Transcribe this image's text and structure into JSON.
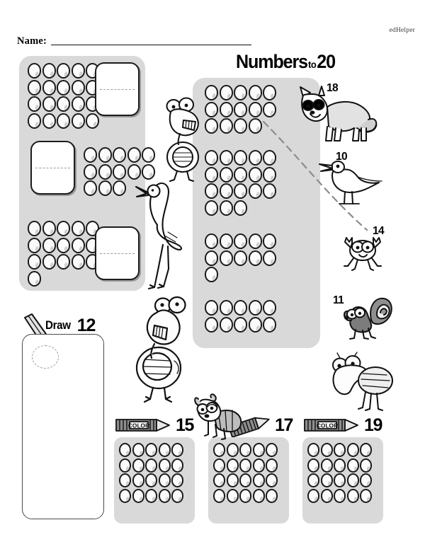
{
  "header": {
    "brand": "edHelper",
    "name_label": "Name:",
    "title_main": "Numbers",
    "title_small": "to",
    "title_number": "20"
  },
  "left_panel": {
    "name": "count-and-write-panel",
    "groups": [
      {
        "label": "group-20",
        "count": 20,
        "rows": [
          5,
          5,
          5,
          5
        ],
        "answer_box": "answer-box-1"
      },
      {
        "label": "group-13",
        "count": 13,
        "rows": [
          5,
          5,
          3
        ],
        "answer_box": "answer-box-2"
      },
      {
        "label": "group-16",
        "count": 16,
        "rows": [
          5,
          5,
          5,
          1
        ],
        "answer_box": "answer-box-3"
      }
    ],
    "answer_placeholder": ""
  },
  "right_panel": {
    "name": "match-dots-to-animals-panel",
    "groups": [
      {
        "label": "group-14",
        "count": 14,
        "rows": [
          5,
          5,
          4
        ]
      },
      {
        "label": "group-18",
        "count": 18,
        "rows": [
          5,
          5,
          5,
          3
        ]
      },
      {
        "label": "group-11",
        "count": 11,
        "rows": [
          5,
          5,
          1
        ]
      },
      {
        "label": "group-10",
        "count": 10,
        "rows": [
          5,
          5
        ]
      }
    ],
    "animals": [
      {
        "icon": "fox-icon",
        "name": "fox",
        "number": "18"
      },
      {
        "icon": "seagull-icon",
        "name": "seagull",
        "number": "10"
      },
      {
        "icon": "crab-icon",
        "name": "crab",
        "number": "14"
      },
      {
        "icon": "skunk-icon",
        "name": "skunk",
        "number": "11"
      }
    ],
    "connector": {
      "from": "group-14",
      "to": "crab-icon",
      "style": "dashed"
    }
  },
  "draw_section": {
    "icon": "pencil-icon",
    "label": "Draw",
    "number": "12",
    "hint_shape": "dashed-circle"
  },
  "color_sections": [
    {
      "icon": "crayon-icon",
      "crayon_label": "COLOR",
      "number": "15",
      "total_dots": 20,
      "rows": [
        5,
        5,
        5,
        5
      ]
    },
    {
      "icon": "crayon-icon",
      "crayon_label": "COLOR",
      "number": "17",
      "total_dots": 20,
      "rows": [
        5,
        5,
        5,
        5
      ]
    },
    {
      "icon": "crayon-icon",
      "crayon_label": "COLOR",
      "number": "19",
      "total_dots": 20,
      "rows": [
        5,
        5,
        5,
        5
      ]
    }
  ],
  "decorations": [
    {
      "icon": "turtle-icon",
      "name": "turtle-upper"
    },
    {
      "icon": "crane-icon",
      "name": "crane-bird"
    },
    {
      "icon": "turtle-icon",
      "name": "turtle-lower"
    },
    {
      "icon": "raccoon-icon",
      "name": "raccoon"
    },
    {
      "icon": "bug-icon",
      "name": "bug"
    }
  ],
  "colors": {
    "panel_bg": "#d9d9d9",
    "ink": "#1a1a1a",
    "dash": "#8c8c8c",
    "page_bg": "#ffffff"
  }
}
